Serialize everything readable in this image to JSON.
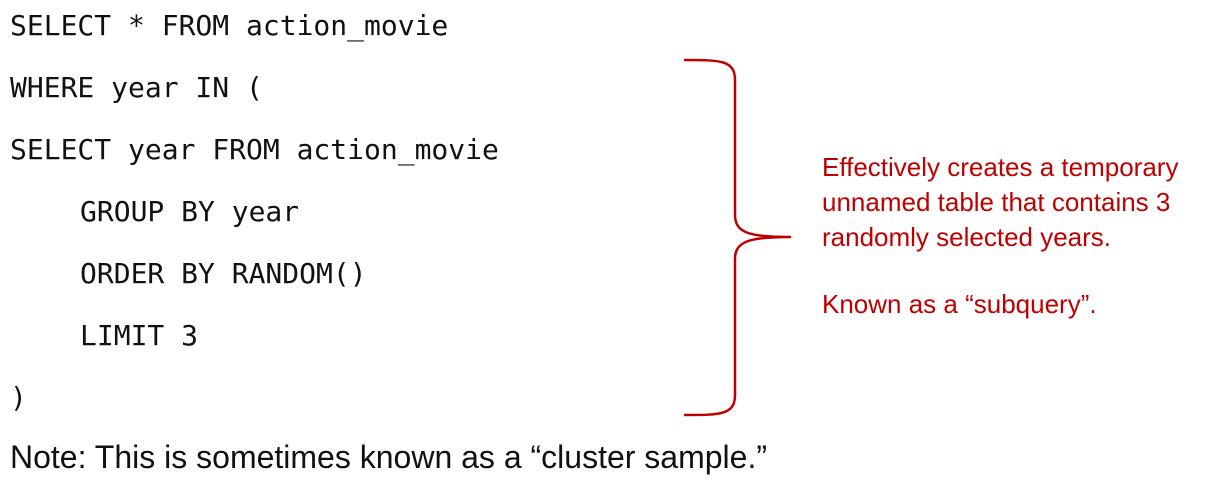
{
  "code": {
    "line1": "SELECT * FROM action_movie",
    "line2": "WHERE year IN (",
    "line3": "SELECT year FROM action_movie",
    "line4": "GROUP BY year",
    "line5": "ORDER BY RANDOM()",
    "line6": "LIMIT 3",
    "line7": ")"
  },
  "annotation": {
    "text1": "Effectively creates a temporary unnamed table that contains 3 randomly selected years.",
    "text2": "Known as a “subquery”."
  },
  "note": "Note: This is sometimes known as a “cluster sample.”",
  "colors": {
    "annotation": "#c00000",
    "text": "#111111"
  }
}
